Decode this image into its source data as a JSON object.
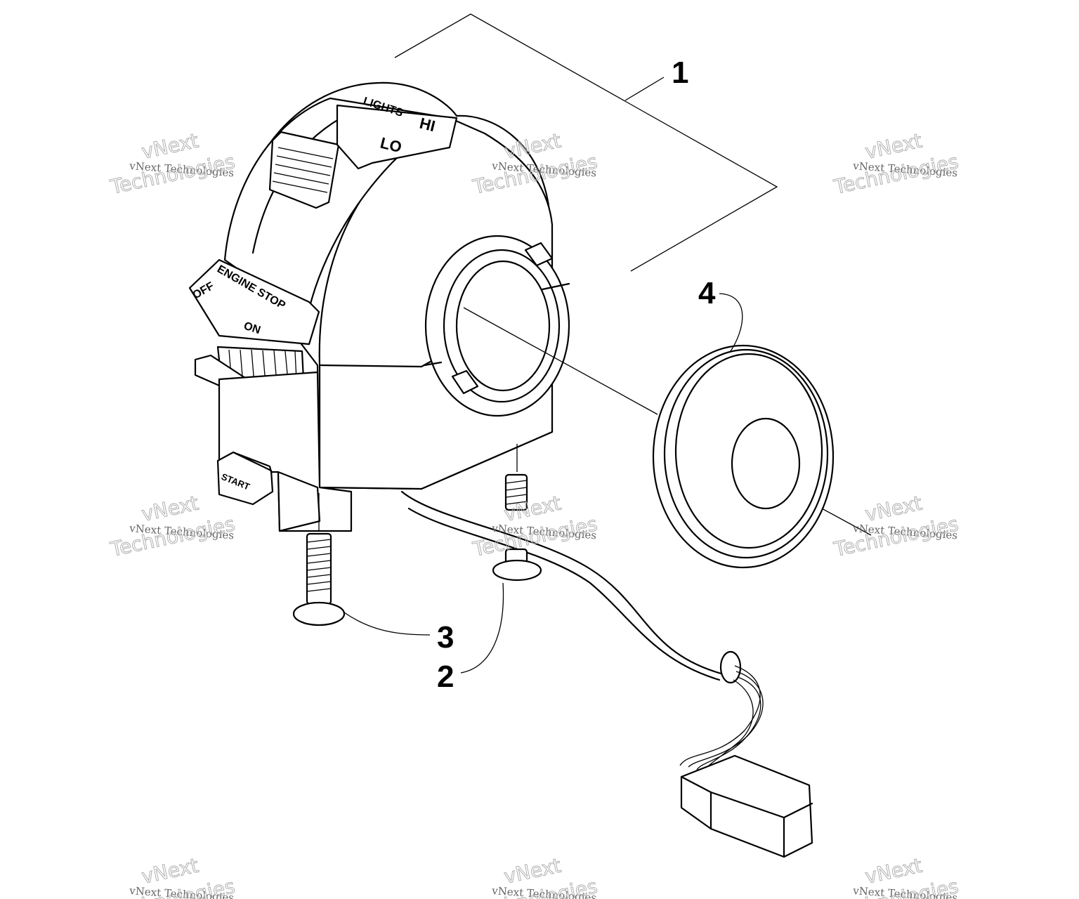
{
  "diagram": {
    "callouts": [
      {
        "id": "1",
        "label": "1"
      },
      {
        "id": "2",
        "label": "2"
      },
      {
        "id": "3",
        "label": "3"
      },
      {
        "id": "4",
        "label": "4"
      }
    ],
    "switch_labels": {
      "lights": "LIGHTS",
      "hi": "HI",
      "lo": "LO",
      "engine_stop": "ENGINE STOP",
      "off": "OFF",
      "on": "ON",
      "start": "START"
    },
    "watermark": {
      "line1": "vNext",
      "line2": "vNext Technologies",
      "line3": "Technologies"
    }
  }
}
